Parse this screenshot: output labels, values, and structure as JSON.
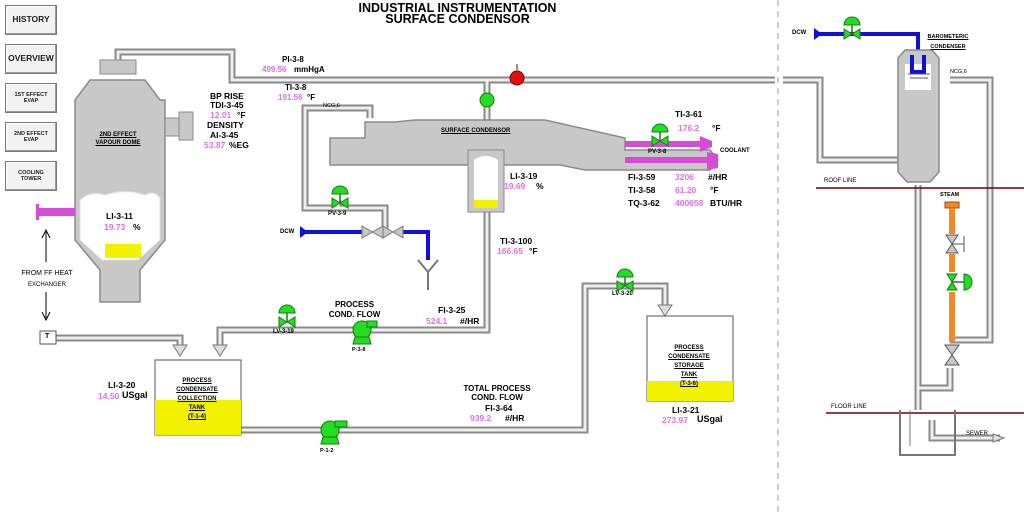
{
  "title": {
    "line1": "INDUSTRIAL INSTRUMENTATION",
    "line2": "SURFACE CONDENSOR"
  },
  "nav": {
    "history": "HISTORY",
    "overview": "OVERVIEW",
    "effect1": [
      "1ST EFFECT",
      "EVAP"
    ],
    "effect2": [
      "2ND EFFECT",
      "EVAP"
    ],
    "cooling": [
      "COOLING",
      "TOWER"
    ]
  },
  "dome": {
    "label": [
      "2ND EFFECT",
      "VAPOUR DOME"
    ],
    "level_tag": "LI-3-11",
    "level_value": "19.73",
    "level_unit": "%",
    "level_fraction": 0.1973
  },
  "bp_rise": {
    "label": "BP RISE",
    "tag": "TDI-3-45",
    "value": "12.01",
    "unit": "°F"
  },
  "density": {
    "label": "DENSITY",
    "tag": "AI-3-45",
    "value": "53.87",
    "unit": "%EG"
  },
  "pi38": {
    "tag": "PI-3-8",
    "value": "499.56",
    "unit": "mmHgA"
  },
  "ti38": {
    "tag": "TI-3-8",
    "value": "191.56",
    "unit": "°F"
  },
  "ncg": "NCG,6",
  "condensor_label": "SURFACE CONDENSOR",
  "pv38": "PV-3-8",
  "pv39": "PV-3-9",
  "dcw": "DCW",
  "coolant": "COOLANT",
  "ti361": {
    "tag": "TI-3-61",
    "value": "176.2",
    "unit": "°F"
  },
  "fi359": {
    "tag": "FI-3-59",
    "value": "3206",
    "unit": "#/HR"
  },
  "ti358": {
    "tag": "TI-3-58",
    "value": "61.20",
    "unit": "°F"
  },
  "tq362": {
    "tag": "TQ-3-62",
    "value": "400658",
    "unit": "BTU/HR"
  },
  "li319": {
    "tag": "LI-3-19",
    "value": "19.69",
    "unit": "%",
    "level_fraction": 0.1969
  },
  "ti3100": {
    "tag": "TI-3-100",
    "value": "166.65",
    "unit": "°F"
  },
  "from_ff": [
    "FROM FF HEAT",
    "EXCHANGER"
  ],
  "t_label": "T",
  "flow_label": [
    "PROCESS",
    "COND. FLOW"
  ],
  "fi325": {
    "tag": "FI-3-25",
    "value": "524.1",
    "unit": "#/HR"
  },
  "lv319": "LV-3-19",
  "p38": "P-3-8",
  "p12": "P-1-2",
  "lv320": "LV-3-20",
  "li320": {
    "tag": "LI-3-20",
    "value": "14.50",
    "unit": "USgal"
  },
  "collection_tank": [
    "PROCESS",
    "CONDENSATE",
    "COLLECTION",
    "TANK",
    "(T-1-4)"
  ],
  "storage_tank": [
    "PROCESS",
    "CONDENSATE",
    "STORAGE",
    "TANK",
    "(T-3-6)"
  ],
  "total_flow": {
    "label": [
      "TOTAL PROCESS",
      "COND. FLOW"
    ],
    "tag": "FI-3-64",
    "value": "939.2",
    "unit": "#/HR"
  },
  "li321": {
    "tag": "LI-3-21",
    "value": "273.97",
    "unit": "USgal"
  },
  "baro": {
    "dcw": "DCW",
    "label": [
      "BAROMETERIC",
      "CONDENSER"
    ],
    "ncg": "NCG,6"
  },
  "roof_line": "ROOF LINE",
  "steam": "STEAM",
  "floor_line": "FLOOR LINE",
  "sewer": "SEWER",
  "colors": {
    "vessel": "#c8c8c8",
    "pipe_edge": "#8a8a8a",
    "value": "#e36fe3",
    "valve": "#22dd22",
    "water": "#1010dd",
    "level": "#f2f200",
    "coolant": "#d64cd6",
    "steam": "#f0892a",
    "alarm": "#e01010"
  }
}
